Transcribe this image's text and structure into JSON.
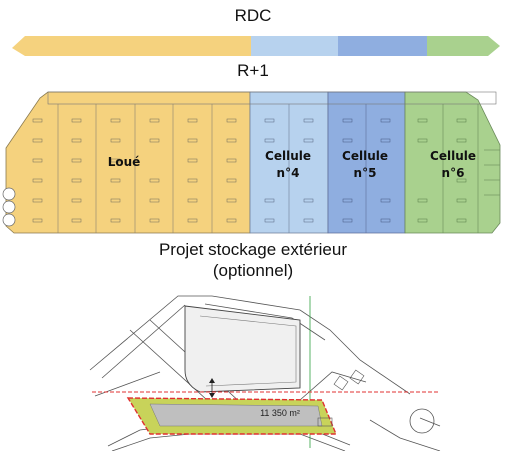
{
  "labels": {
    "rdc": "RDC",
    "r_plus_1": "R+1",
    "project_line1": "Projet stockage extérieur",
    "project_line2": "(optionnel)"
  },
  "cells": [
    {
      "line1": "Loué",
      "line2": ""
    },
    {
      "line1": "Cellule",
      "line2": "n°4"
    },
    {
      "line1": "Cellule",
      "line2": "n°5"
    },
    {
      "line1": "Cellule",
      "line2": "n°6"
    }
  ],
  "site_plan": {
    "area_label": "11 350 m²"
  },
  "colors": {
    "leased": "#f5d27e",
    "cell4": "#b7d2ee",
    "cell5": "#8faee0",
    "cell6": "#a9d18e",
    "project_hatch": "#c8d35a",
    "boundary": "#e03030"
  }
}
